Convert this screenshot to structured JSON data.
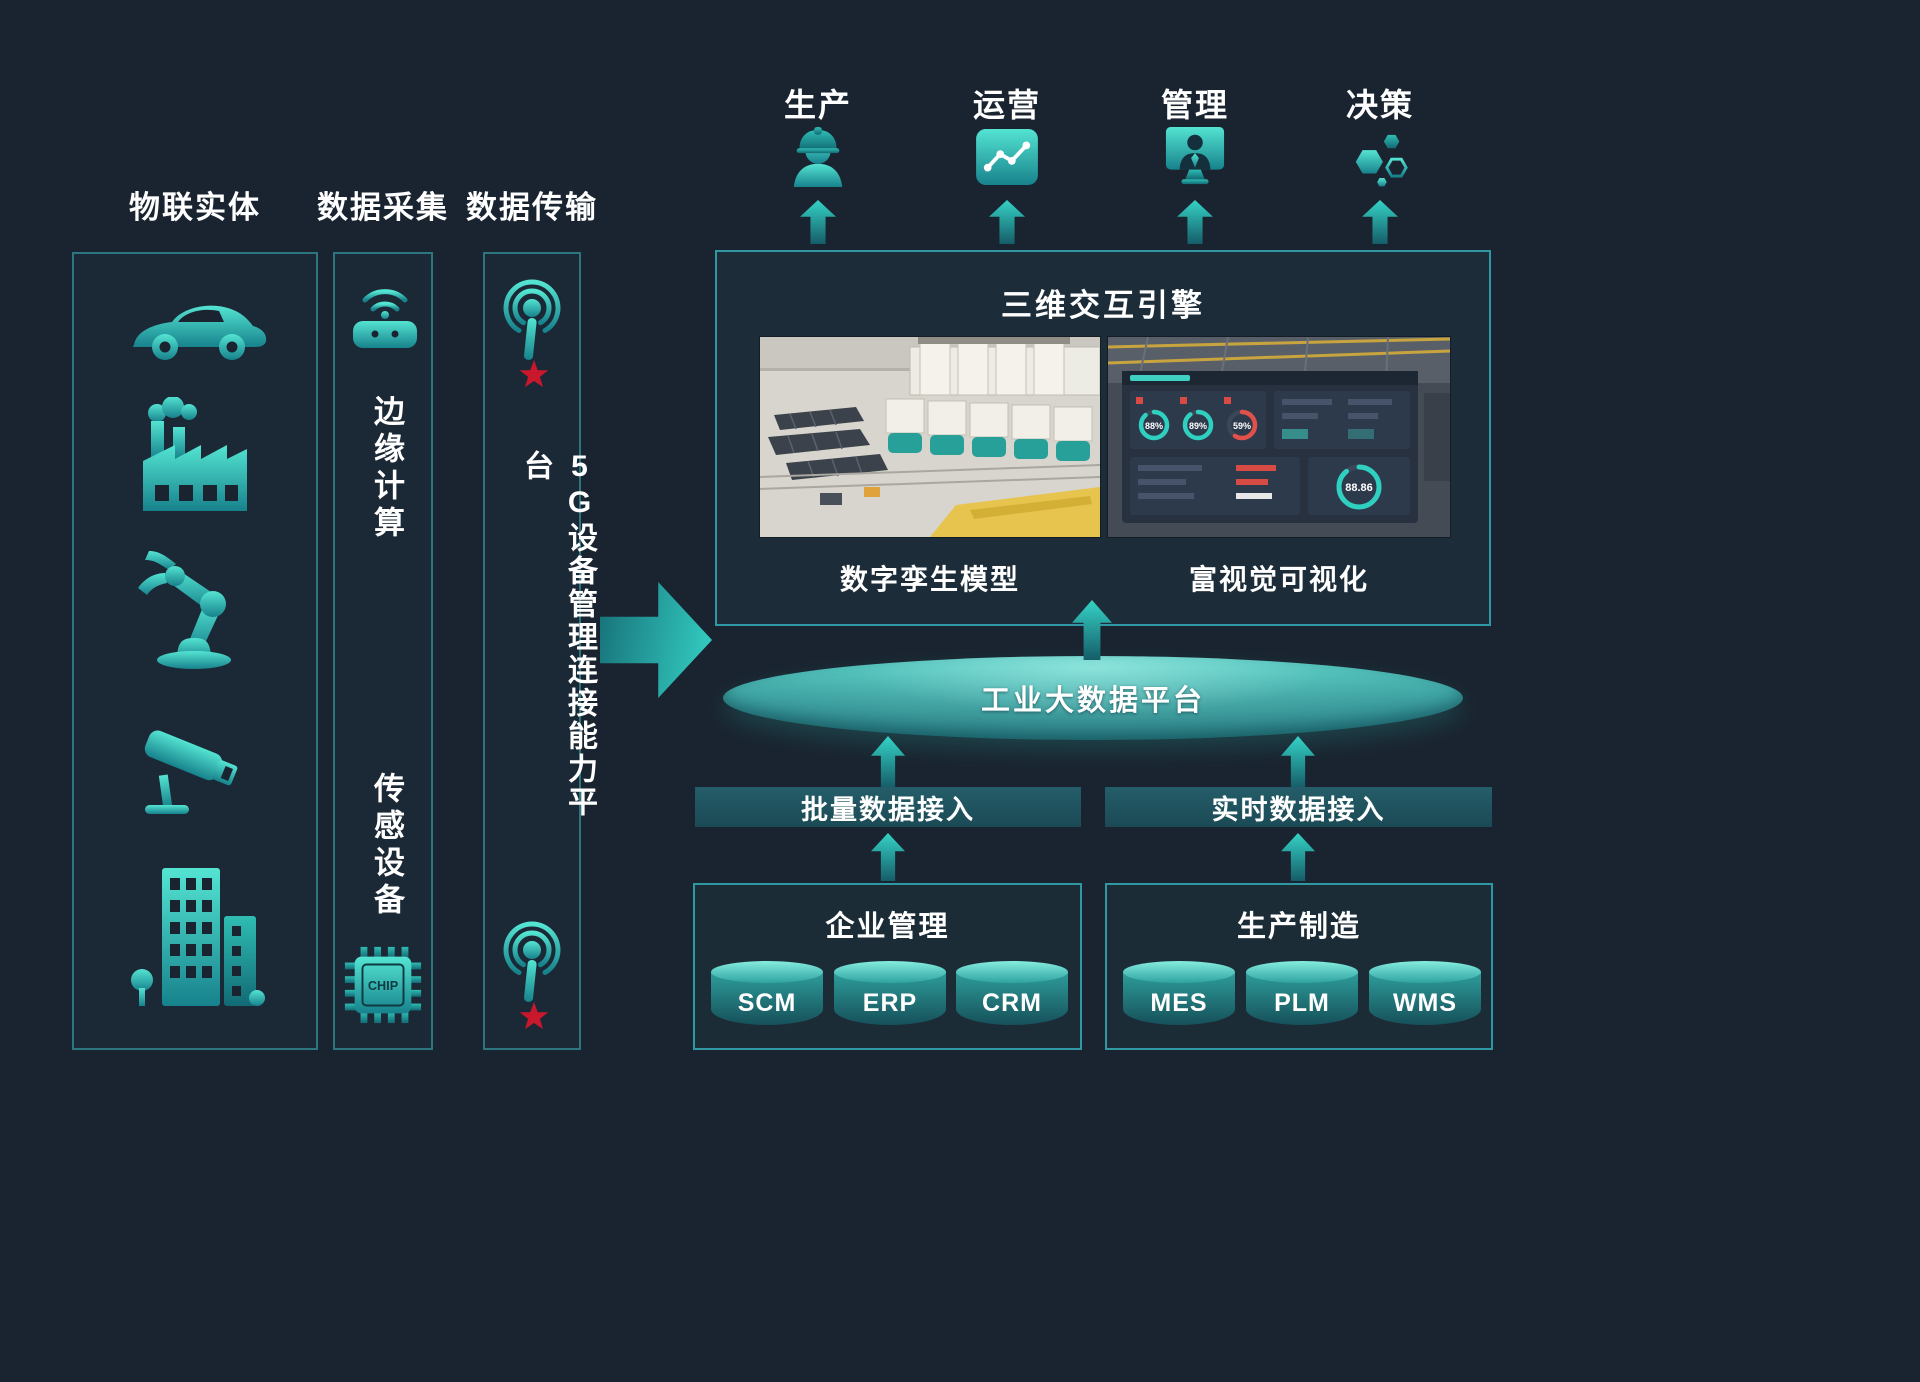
{
  "colors": {
    "accent": "#2fbdb3",
    "background": "#1a2430",
    "star_red": "#c9182c"
  },
  "pipeline": {
    "iot": {
      "title": "物联实体",
      "icons": [
        "car-icon",
        "factory-icon",
        "robot-arm-icon",
        "cctv-camera-icon",
        "buildings-icon"
      ]
    },
    "collection": {
      "title": "数据采集",
      "edge_label": "边缘计算",
      "sensor_label": "传感设备",
      "chip_label": "CHIP",
      "icons": [
        "wireless-router-icon",
        "chip-icon"
      ]
    },
    "transmission": {
      "title": "数据传输",
      "platform_label": "5G设备管理连接能力平台",
      "icons": [
        "signal-antenna-icon",
        "red-star-icon"
      ]
    }
  },
  "outputs": [
    {
      "label": "生产",
      "icon": "worker-helmet-icon"
    },
    {
      "label": "运营",
      "icon": "chart-icon"
    },
    {
      "label": "管理",
      "icon": "manager-screen-icon"
    },
    {
      "label": "决策",
      "icon": "hexagons-icon"
    }
  ],
  "engine": {
    "title": "三维交互引擎",
    "left_caption": "数字孪生模型",
    "right_caption": "富视觉可视化",
    "gauges": [
      "88%",
      "89%",
      "59%"
    ],
    "big_gauge": "88.86"
  },
  "platform": {
    "label": "工业大数据平台"
  },
  "ingest": {
    "batch_label": "批量数据接入",
    "realtime_label": "实时数据接入"
  },
  "sources": [
    {
      "title": "企业管理",
      "systems": [
        "SCM",
        "ERP",
        "CRM"
      ]
    },
    {
      "title": "生产制造",
      "systems": [
        "MES",
        "PLM",
        "WMS"
      ]
    }
  ]
}
